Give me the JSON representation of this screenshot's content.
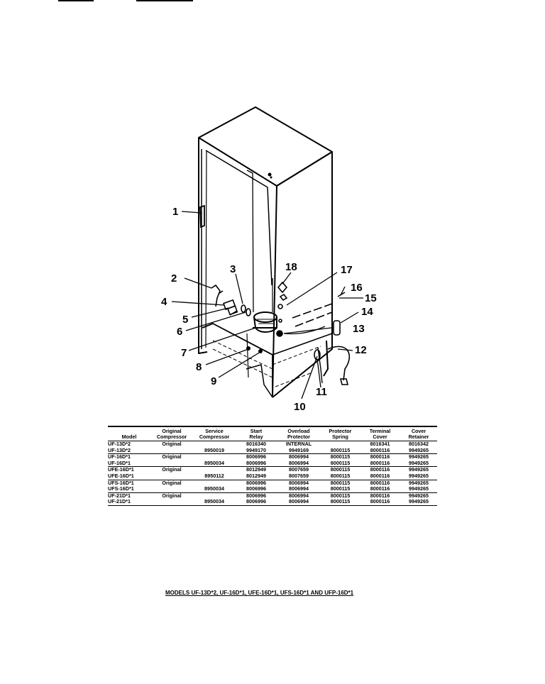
{
  "callouts": [
    "1",
    "2",
    "3",
    "4",
    "5",
    "6",
    "7",
    "8",
    "9",
    "10",
    "11",
    "12",
    "13",
    "14",
    "15",
    "16",
    "17",
    "18"
  ],
  "table": {
    "headers": [
      [
        "",
        "Model"
      ],
      [
        "Original",
        "Compressor"
      ],
      [
        "Service",
        "Compressor"
      ],
      [
        "Start",
        "Relay"
      ],
      [
        "Overload",
        "Protector"
      ],
      [
        "Protector",
        "Spring"
      ],
      [
        "Terminal",
        "Cover"
      ],
      [
        "Cover",
        "Retainer"
      ]
    ],
    "rows": [
      [
        "UF-13D*2",
        "Original",
        "",
        "8016340",
        "INTERNAL",
        "",
        "8016341",
        "8016342"
      ],
      [
        "UF-13D*2",
        "",
        "8950019",
        "9949170",
        "9949169",
        "8000115",
        "8000116",
        "9949265"
      ],
      [
        "UF-16D*1",
        "Original",
        "",
        "8006996",
        "8006994",
        "8000115",
        "8000116",
        "9949265"
      ],
      [
        "UF-16D*1",
        "",
        "8950034",
        "8006996",
        "8006994",
        "8000115",
        "8000116",
        "9949265"
      ],
      [
        "UFE-16D*1",
        "Original",
        "",
        "8012949",
        "8007659",
        "8000115",
        "8000116",
        "9949265"
      ],
      [
        "UFE-16D*1",
        "",
        "8950112",
        "8012949",
        "8007659",
        "8000115",
        "8000116",
        "9949265"
      ],
      [
        "UFS-16D*1",
        "Original",
        "",
        "8006996",
        "8006994",
        "8000115",
        "8000116",
        "9949265"
      ],
      [
        "UFS-16D*1",
        "",
        "8950034",
        "8006996",
        "8006994",
        "8000115",
        "8000116",
        "9949265"
      ],
      [
        "UF-21D*1",
        "Original",
        "",
        "8006996",
        "8006994",
        "8000115",
        "8000116",
        "9949265"
      ],
      [
        "UF-21D*1",
        "",
        "8950034",
        "8006996",
        "8006994",
        "8000115",
        "8000116",
        "9949265"
      ]
    ]
  },
  "caption": "MODELS UF-13D*2, UF-16D*1, UFE-16D*1, UFS-16D*1 AND UFP-16D*1"
}
